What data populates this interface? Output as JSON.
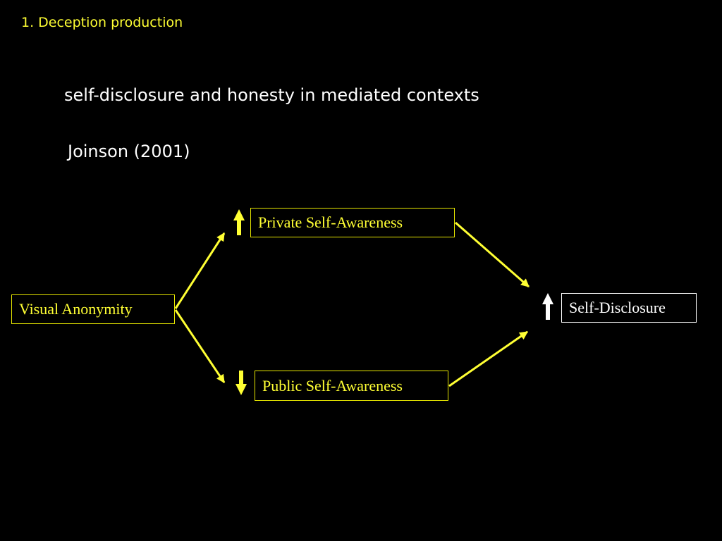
{
  "slide": {
    "section_title": "1. Deception production",
    "heading": "self-disclosure and honesty in mediated contexts",
    "citation": "Joinson (2001)"
  },
  "diagram": {
    "nodes": {
      "visual_anonymity": "Visual Anonymity",
      "private_self_awareness": "Private Self-Awareness",
      "public_self_awareness": "Public Self-Awareness",
      "self_disclosure": "Self-Disclosure"
    },
    "effects": {
      "private_self_awareness": "increase",
      "public_self_awareness": "decrease",
      "self_disclosure": "increase"
    },
    "edges": [
      {
        "from": "Visual Anonymity",
        "to": "Private Self-Awareness"
      },
      {
        "from": "Visual Anonymity",
        "to": "Public Self-Awareness"
      },
      {
        "from": "Private Self-Awareness",
        "to": "Self-Disclosure"
      },
      {
        "from": "Public Self-Awareness",
        "to": "Self-Disclosure"
      }
    ],
    "colors": {
      "background": "#000000",
      "accent": "#ffff33",
      "connector": "#ffff33",
      "text": "#ffffff"
    }
  }
}
